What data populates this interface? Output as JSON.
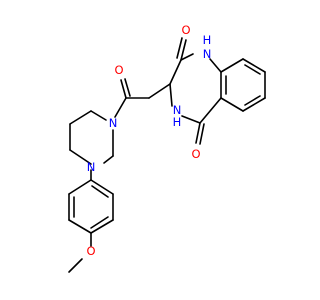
{
  "molecule": {
    "atoms": {
      "o_lactam_top": {
        "symbol": "O",
        "color": "#ff0000"
      },
      "nh_top": {
        "symbol": "H",
        "color": "#0000ff"
      },
      "n_top": {
        "symbol": "N",
        "color": "#0000ff"
      },
      "o_ketone": {
        "symbol": "O",
        "color": "#ff0000"
      },
      "n_piperazine_top": {
        "symbol": "N",
        "color": "#0000ff"
      },
      "nh_mid": {
        "symbol": "H",
        "color": "#0000ff"
      },
      "n_mid": {
        "symbol": "N",
        "color": "#0000ff"
      },
      "o_lactam_bottom": {
        "symbol": "O",
        "color": "#ff0000"
      },
      "n_piperazine_bottom": {
        "symbol": "N",
        "color": "#0000ff"
      },
      "o_methoxy": {
        "symbol": "O",
        "color": "#ff0000"
      }
    }
  }
}
